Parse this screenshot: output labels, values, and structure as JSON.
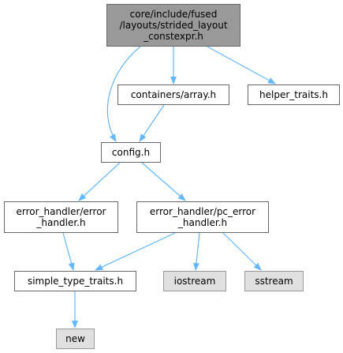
{
  "colors": {
    "edge": "#63b8ff",
    "node_border": "#666666",
    "root_fill": "#999999",
    "system_fill": "#e0e0e0"
  },
  "nodes": {
    "root": {
      "lines": [
        "core/include/fused",
        "/layouts/strided_layout",
        "_constexpr.h"
      ]
    },
    "containers_array": {
      "lines": [
        "containers/array.h"
      ]
    },
    "helper_traits": {
      "lines": [
        "helper_traits.h"
      ]
    },
    "config": {
      "lines": [
        "config.h"
      ]
    },
    "error_handler": {
      "lines": [
        "error_handler/error",
        "_handler.h"
      ]
    },
    "pc_error_handler": {
      "lines": [
        "error_handler/pc_error",
        "_handler.h"
      ]
    },
    "simple_type_traits": {
      "lines": [
        "simple_type_traits.h"
      ]
    },
    "iostream": {
      "lines": [
        "iostream"
      ]
    },
    "sstream": {
      "lines": [
        "sstream"
      ]
    },
    "new": {
      "lines": [
        "new"
      ]
    }
  },
  "edges": [
    [
      "root",
      "config"
    ],
    [
      "root",
      "containers_array"
    ],
    [
      "root",
      "helper_traits"
    ],
    [
      "containers_array",
      "config"
    ],
    [
      "config",
      "error_handler"
    ],
    [
      "config",
      "pc_error_handler"
    ],
    [
      "error_handler",
      "simple_type_traits"
    ],
    [
      "pc_error_handler",
      "simple_type_traits"
    ],
    [
      "pc_error_handler",
      "iostream"
    ],
    [
      "pc_error_handler",
      "sstream"
    ],
    [
      "simple_type_traits",
      "new"
    ]
  ]
}
